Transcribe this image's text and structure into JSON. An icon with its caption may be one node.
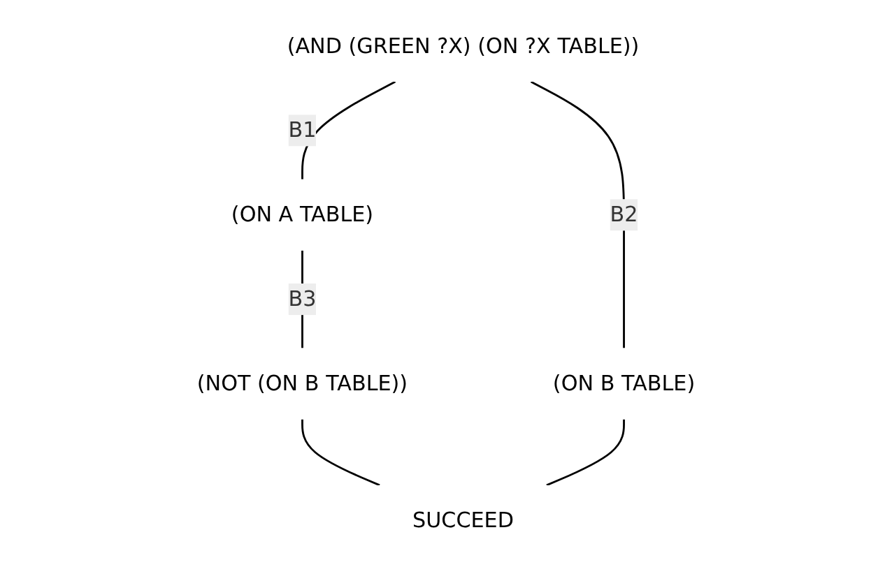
{
  "diagram": {
    "nodes": [
      {
        "text": [
          "(AND (GREEN ?X) (ON ?X TABLE))"
        ]
      },
      {
        "text": [
          "(ON A TABLE)"
        ]
      },
      {
        "text": [
          "(ON B TABLE)"
        ]
      },
      {
        "text": [
          "(NOT (ON B TABLE))"
        ]
      },
      {
        "text": [
          "SUCCEED"
        ]
      }
    ],
    "edges": [
      {
        "from": 0,
        "to": 1,
        "arrow": "none",
        "label": "B1"
      },
      {
        "from": 0,
        "to": 2,
        "arrow": "none",
        "label": "B2"
      },
      {
        "from": 1,
        "to": 3,
        "arrow": "none",
        "label": "B3"
      },
      {
        "from": 3,
        "to": 4,
        "arrow": "none"
      },
      {
        "from": 2,
        "to": 4,
        "arrow": "none"
      }
    ]
  }
}
